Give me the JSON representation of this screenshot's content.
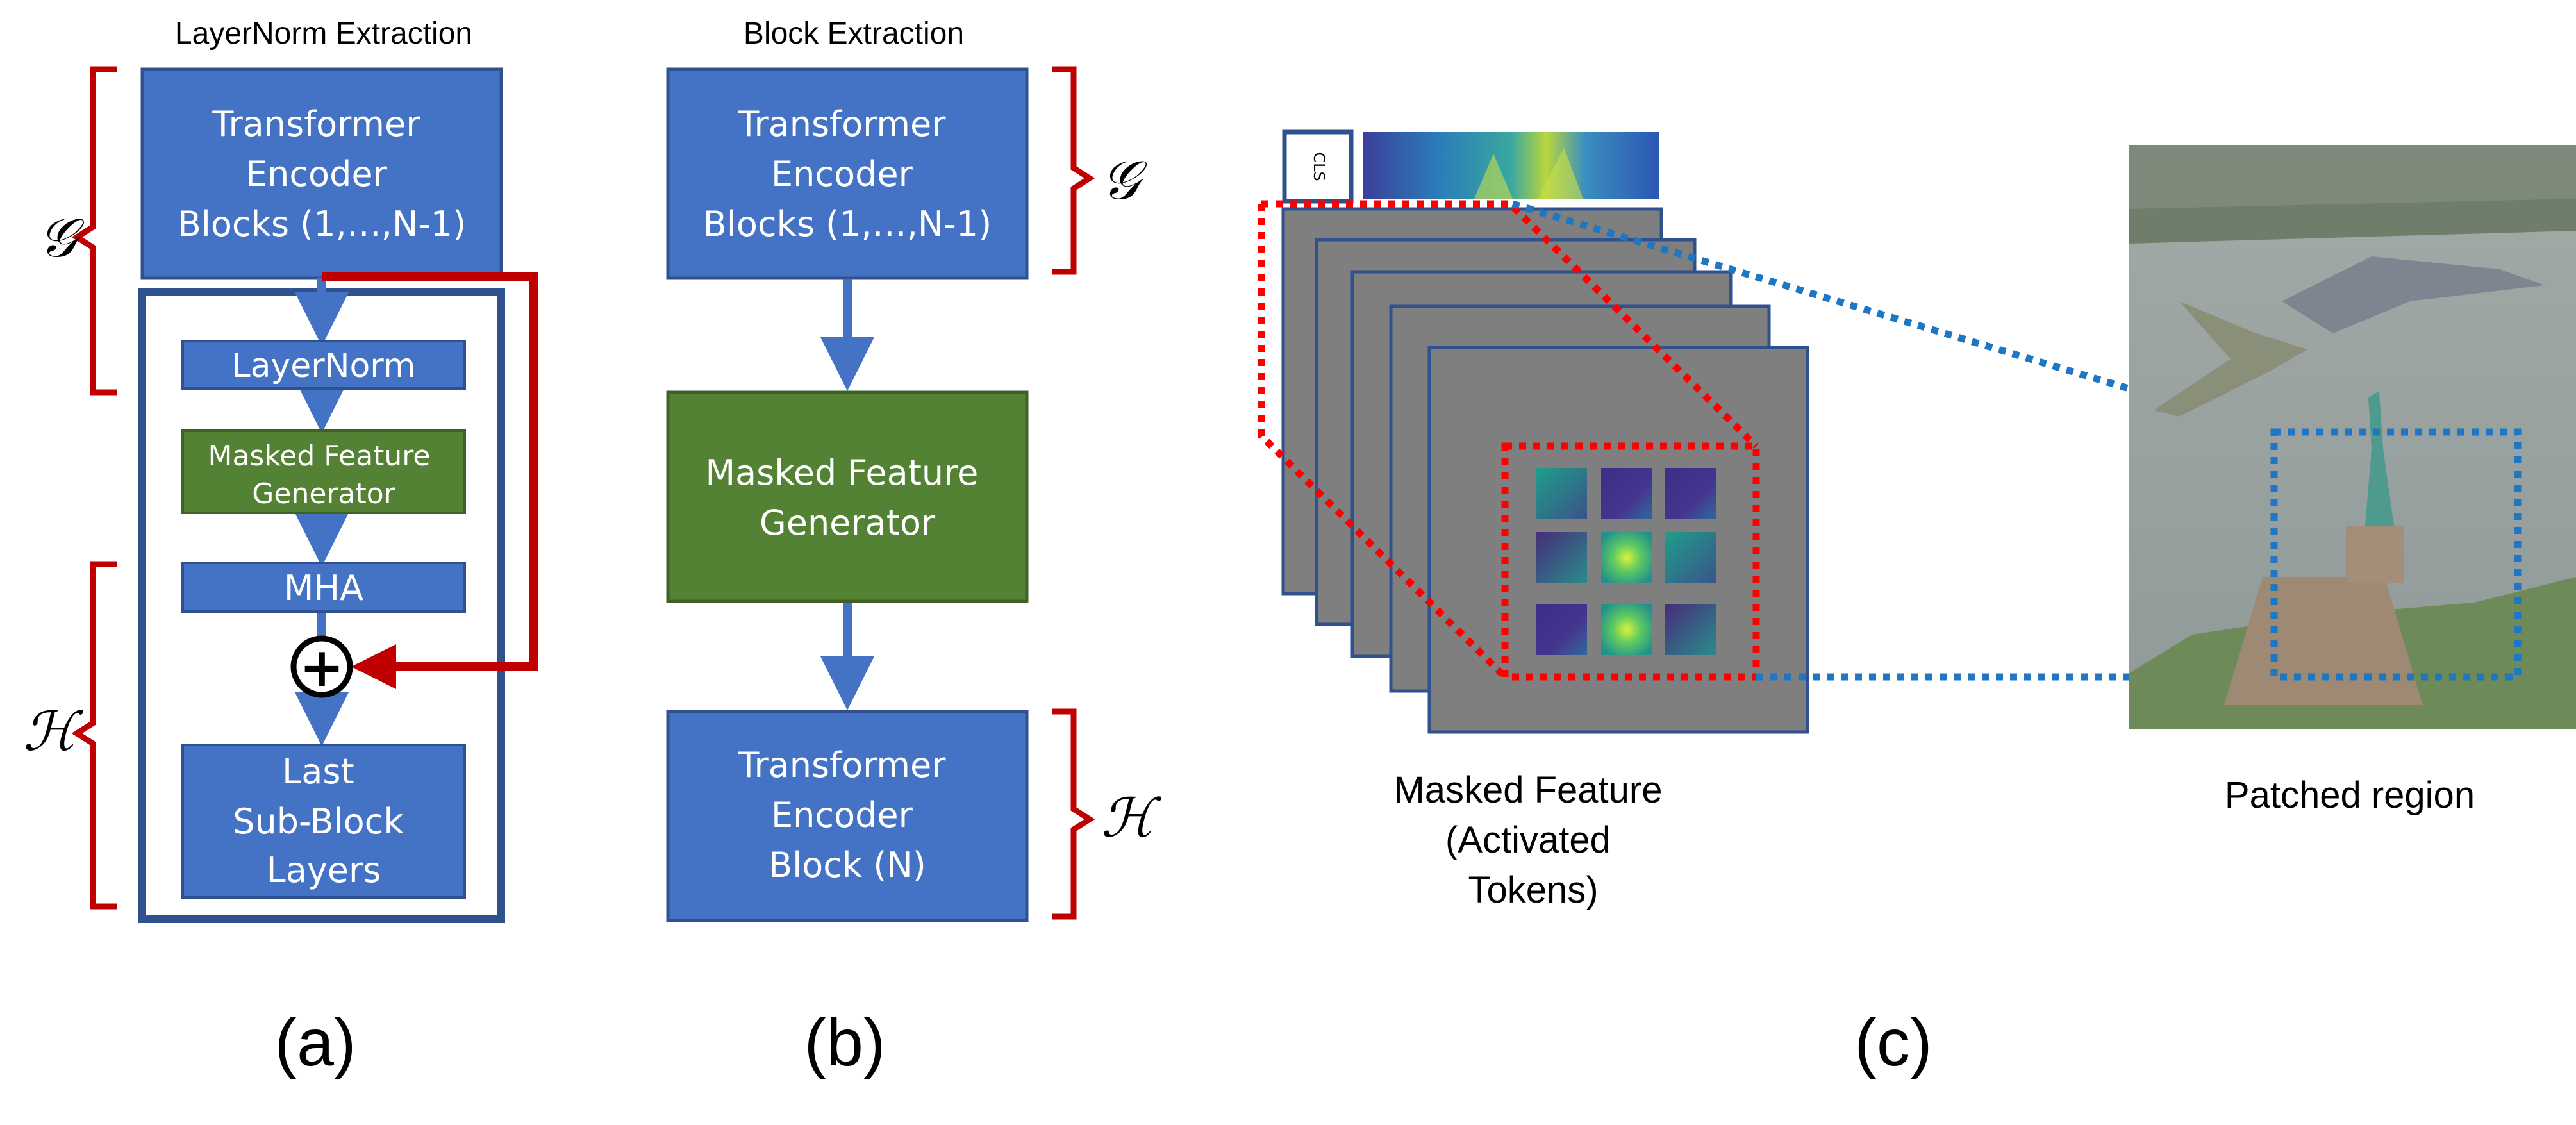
{
  "panel_a": {
    "title": "LayerNorm Extraction",
    "top_block": [
      "Transformer",
      "Encoder",
      "Blocks (1,…,N-1)"
    ],
    "layernorm": "LayerNorm",
    "mfg": [
      "Masked Feature",
      "Generator"
    ],
    "mha": "MHA",
    "plus": "+",
    "last": [
      "Last",
      "Sub-Block",
      "Layers"
    ],
    "g_label": "𝒢",
    "h_label": "ℋ",
    "caption": "(a)"
  },
  "panel_b": {
    "title": "Block Extraction",
    "top_block": [
      "Transformer",
      "Encoder",
      "Blocks (1,…,N-1)"
    ],
    "mfg": [
      "Masked Feature",
      "Generator"
    ],
    "bottom_block": [
      "Transformer",
      "Encoder",
      "Block (N)"
    ],
    "g_label": "𝒢",
    "h_label": "ℋ",
    "caption": "(b)"
  },
  "panel_c": {
    "cls": "CLS",
    "masked_label": [
      "Masked Feature",
      "(Activated",
      "Tokens)"
    ],
    "patched_label": "Patched region",
    "caption": "(c)"
  },
  "colors": {
    "block_blue": "#4472c4",
    "block_border": "#2f528f",
    "block_green": "#548235",
    "arrow_blue": "#4472c4",
    "arrow_red": "#c00000",
    "brace_red": "#c00000",
    "dotted_red": "#ff0000",
    "dotted_blue": "#1f77c4",
    "feature_gray": "#7f7f7f"
  }
}
